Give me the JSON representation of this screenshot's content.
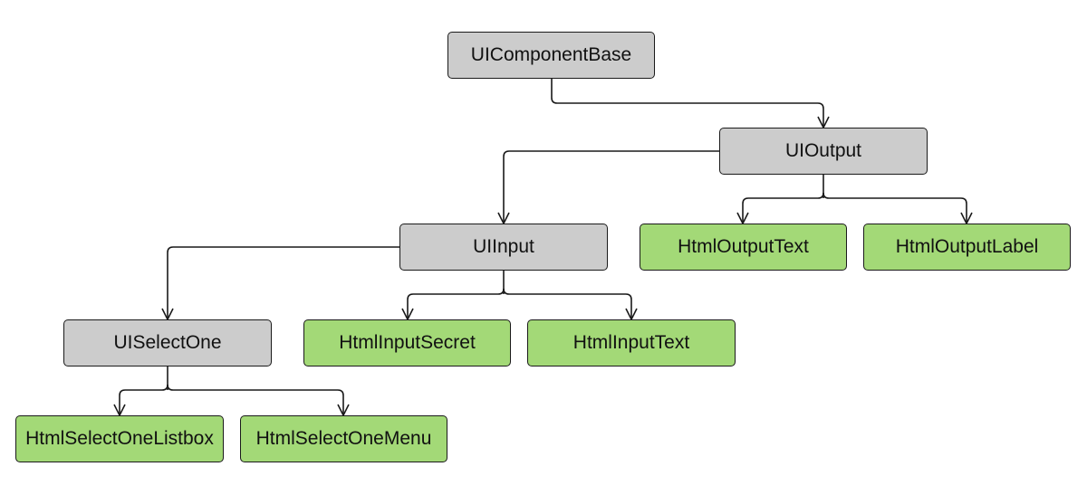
{
  "colors": {
    "base_fill": "#cccccc",
    "leaf_fill": "#a3d977",
    "stroke": "#1a1a1a"
  },
  "nodes": {
    "uicomponentbase": "UIComponentBase",
    "uioutput": "UIOutput",
    "uiinput": "UIInput",
    "htmloutputtext": "HtmlOutputText",
    "htmloutputlabel": "HtmlOutputLabel",
    "uiselectone": "UISelectOne",
    "htmlinputsecret": "HtmlInputSecret",
    "htmlinputtext": "HtmlInputText",
    "htmlselectonelistbox": "HtmlSelectOneListbox",
    "htmlselectonemenu": "HtmlSelectOneMenu"
  },
  "edges": [
    {
      "from": "uicomponentbase",
      "to": "uioutput"
    },
    {
      "from": "uioutput",
      "to": "uiinput"
    },
    {
      "from": "uioutput",
      "to": "htmloutputtext"
    },
    {
      "from": "uioutput",
      "to": "htmloutputlabel"
    },
    {
      "from": "uiinput",
      "to": "uiselectone"
    },
    {
      "from": "uiinput",
      "to": "htmlinputsecret"
    },
    {
      "from": "uiinput",
      "to": "htmlinputtext"
    },
    {
      "from": "uiselectone",
      "to": "htmlselectonelistbox"
    },
    {
      "from": "uiselectone",
      "to": "htmlselectonemenu"
    }
  ]
}
